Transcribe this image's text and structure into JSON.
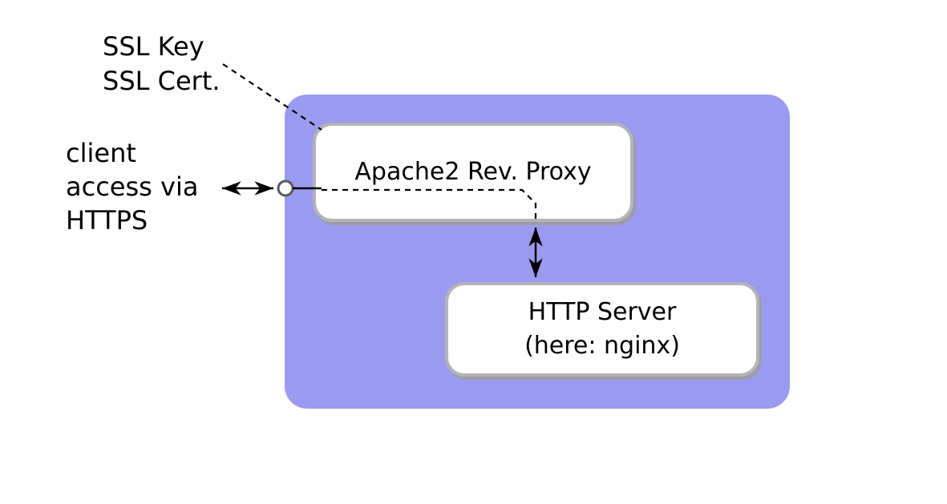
{
  "labels": {
    "ssl": [
      "SSL Key",
      "SSL Cert."
    ],
    "client": [
      "client",
      "access via",
      "HTTPS"
    ]
  },
  "nodes": {
    "proxy": {
      "label": "Apache2 Rev. Proxy"
    },
    "http": {
      "lines": [
        "HTTP Server",
        "(here: nginx)"
      ]
    }
  },
  "icons": {
    "port_circle": "connection-port",
    "arrows": "double-headed-arrow"
  },
  "colors": {
    "container_fill": "#9a9af0",
    "node_fill": "#ffffff",
    "node_border": "#b3b3ba",
    "node_shadow": "#9c9ca6",
    "line": "#000000",
    "port_stroke": "#595959",
    "text": "#000000"
  }
}
